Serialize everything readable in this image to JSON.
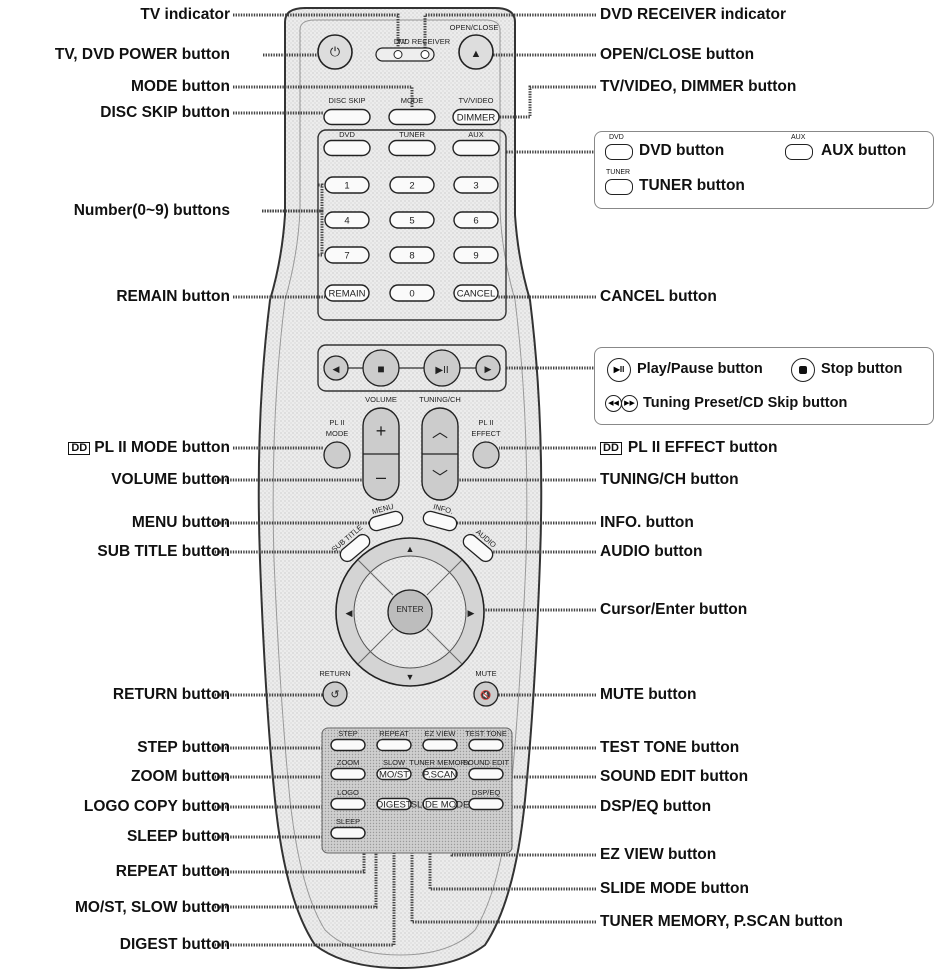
{
  "left_labels": [
    "TV indicator",
    "TV, DVD POWER button",
    "MODE button",
    "DISC SKIP button",
    "Number(0~9) buttons",
    "REMAIN button",
    "PL II MODE button",
    "VOLUME button",
    "MENU button",
    "SUB TITLE button",
    "RETURN button",
    "STEP button",
    "ZOOM button",
    "LOGO COPY button",
    "SLEEP button",
    "REPEAT button",
    "MO/ST, SLOW button",
    "DIGEST button"
  ],
  "right_labels": [
    "DVD RECEIVER indicator",
    "OPEN/CLOSE button",
    "TV/VIDEO, DIMMER button",
    "CANCEL button",
    "PL II EFFECT button",
    "TUNING/CH button",
    "INFO. button",
    "AUDIO button",
    "Cursor/Enter button",
    "MUTE button",
    "TEST TONE button",
    "SOUND EDIT button",
    "DSP/EQ button",
    "EZ VIEW button",
    "SLIDE MODE button",
    "TUNER MEMORY, P.SCAN button"
  ],
  "box1": {
    "dvd": "DVD button",
    "aux": "AUX button",
    "tuner": "TUNER button",
    "dvd_small": "DVD",
    "aux_small": "AUX",
    "tuner_small": "TUNER"
  },
  "box2": {
    "play": "Play/Pause button",
    "stop": "Stop button",
    "tuning": "Tuning Preset/CD Skip button"
  },
  "remote": {
    "tv": "TV",
    "dvd_receiver": "DVD RECEIVER",
    "open_close": "OPEN/CLOSE",
    "disc_skip": "DISC SKIP",
    "mode": "MODE",
    "tv_video": "TV/VIDEO",
    "dimmer": "DIMMER",
    "dvd": "DVD",
    "tuner": "TUNER",
    "aux": "AUX",
    "digits": [
      "1",
      "2",
      "3",
      "4",
      "5",
      "6",
      "7",
      "8",
      "9",
      "0"
    ],
    "remain": "REMAIN",
    "cancel": "CANCEL",
    "volume": "VOLUME",
    "tuning_ch": "TUNING/CH",
    "pl2": "PL II",
    "pl_mode": "MODE",
    "pl_effect": "EFFECT",
    "menu": "MENU",
    "info": "INFO.",
    "subtitle": "SUB TITLE",
    "audio": "AUDIO",
    "enter": "ENTER",
    "return": "RETURN",
    "mute": "MUTE",
    "step": "STEP",
    "repeat": "REPEAT",
    "ez_view": "EZ VIEW",
    "test_tone": "TEST TONE",
    "zoom": "ZOOM",
    "slow": "SLOW",
    "tuner_memory": "TUNER MEMORY",
    "sound_edit": "SOUND EDIT",
    "logo": "LOGO",
    "mo_st": "MO/ST",
    "p_scan": "P.SCAN",
    "dsp_eq": "DSP/EQ",
    "sleep": "SLEEP",
    "digest": "DIGEST",
    "slide_mode": "SLIDE MODE"
  }
}
